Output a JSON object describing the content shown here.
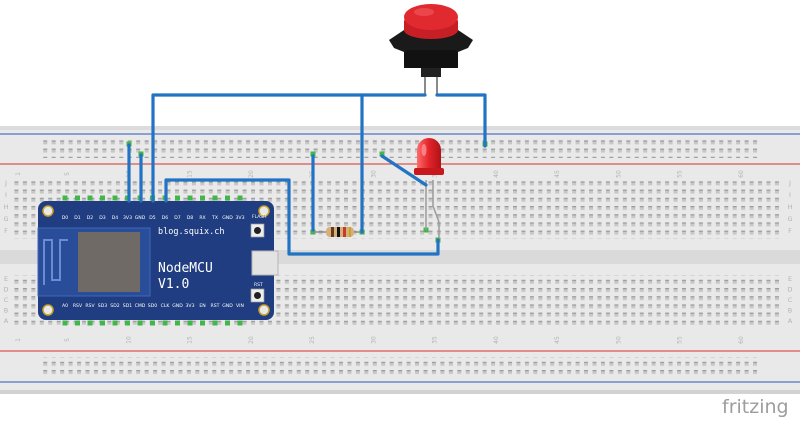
{
  "board": {
    "site_label": "blog.squix.ch",
    "name_line1": "NodeMCU",
    "name_line2": "V1.0",
    "flash_label": "FLASH",
    "rst_label": "RST",
    "top_pins": [
      "D0",
      "D1",
      "D2",
      "D3",
      "D4",
      "3V3",
      "GND",
      "D5",
      "D6",
      "D7",
      "D8",
      "RX",
      "TX",
      "GND",
      "3V3"
    ],
    "bottom_pins": [
      "A0",
      "RSV",
      "RSV",
      "SD3",
      "SD2",
      "SD1",
      "CMD",
      "SD0",
      "CLK",
      "GND",
      "3V3",
      "EN",
      "RST",
      "GND",
      "VIN"
    ]
  },
  "breadboard": {
    "row_letters_top": [
      "J",
      "I",
      "H",
      "G",
      "F"
    ],
    "row_letters_bottom": [
      "E",
      "D",
      "C",
      "B",
      "A"
    ],
    "column_numbers": [
      "1",
      "5",
      "10",
      "15",
      "20",
      "25",
      "30",
      "35",
      "40",
      "45",
      "50",
      "55",
      "60"
    ]
  },
  "branding": {
    "logo_text": "fritzing"
  },
  "colors": {
    "wire": "#2273c3",
    "board_blue": "#1f3d80",
    "breadboard": "#e9e9e9",
    "rail_red": "#d9342b",
    "rail_blue": "#2a56b8",
    "led_red": "#e0242a",
    "button_red": "#d81f26",
    "hole_green": "#43b64a",
    "logo_gray": "#9d9d9d"
  }
}
